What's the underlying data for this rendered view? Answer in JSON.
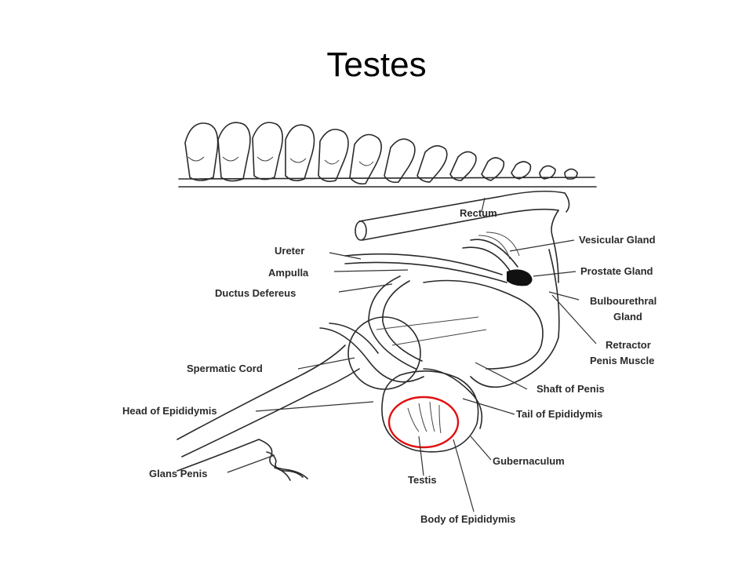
{
  "title": "Testes",
  "colors": {
    "highlight": "#e01010",
    "ink": "#2a2a2a",
    "gland": "#111111"
  },
  "labels": {
    "rectum": "Rectum",
    "ureter": "Ureter",
    "ampulla": "Ampulla",
    "ductus_deferens": "Ductus Defereus",
    "vesicular_gland": "Vesicular Gland",
    "prostate_gland": "Prostate Gland",
    "bulbourethral_line1": "Bulbourethral",
    "bulbourethral_line2": "Gland",
    "retractor_line1": "Retractor",
    "retractor_line2": "Penis Muscle",
    "spermatic_cord": "Spermatic Cord",
    "shaft_of_penis": "Shaft of Penis",
    "head_of_epididymis": "Head of Epididymis",
    "tail_of_epididymis": "Tail of Epididymis",
    "gubernaculum": "Gubernaculum",
    "glans_penis": "Glans Penis",
    "testis": "Testis",
    "body_of_epididymis": "Body of Epididymis"
  }
}
